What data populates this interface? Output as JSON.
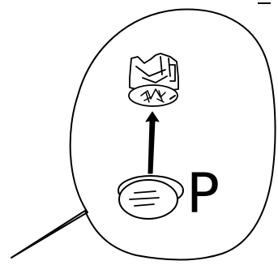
{
  "callout": {
    "part_label": "P"
  },
  "colors": {
    "stroke": "#000000",
    "background": "#ffffff"
  },
  "icons": [
    "speech-bubble-callout",
    "cam-lock-fitting",
    "up-arrow",
    "cover-cap",
    "edge-tick-mark"
  ]
}
